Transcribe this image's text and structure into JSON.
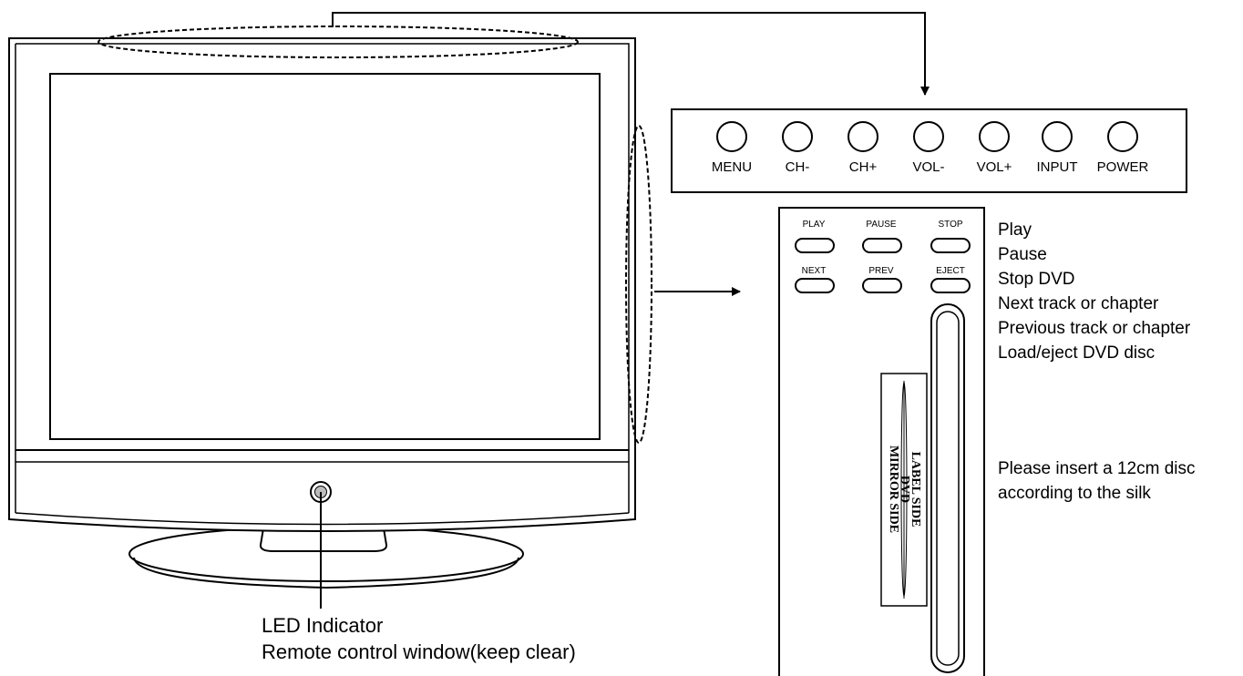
{
  "top_panel": {
    "buttons": [
      "MENU",
      "CH-",
      "CH+",
      "VOL-",
      "VOL+",
      "INPUT",
      "POWER"
    ]
  },
  "side_panel": {
    "row1": [
      "PLAY",
      "PAUSE",
      "STOP"
    ],
    "row2": [
      "NEXT",
      "PREV",
      "EJECT"
    ],
    "descriptions": [
      "Play",
      "Pause",
      "Stop DVD",
      "Next track or chapter",
      "Previous track or chapter",
      "Load/eject DVD disc"
    ],
    "disc_note": [
      "Please insert a 12cm disc",
      "according to the silk"
    ],
    "silk": {
      "label_side": "LABEL SIDE",
      "dvd": "DVD",
      "mirror_side": "MIRROR SIDE"
    }
  },
  "tv": {
    "led_caption": "LED Indicator",
    "remote_caption": "Remote control window(keep clear)"
  }
}
